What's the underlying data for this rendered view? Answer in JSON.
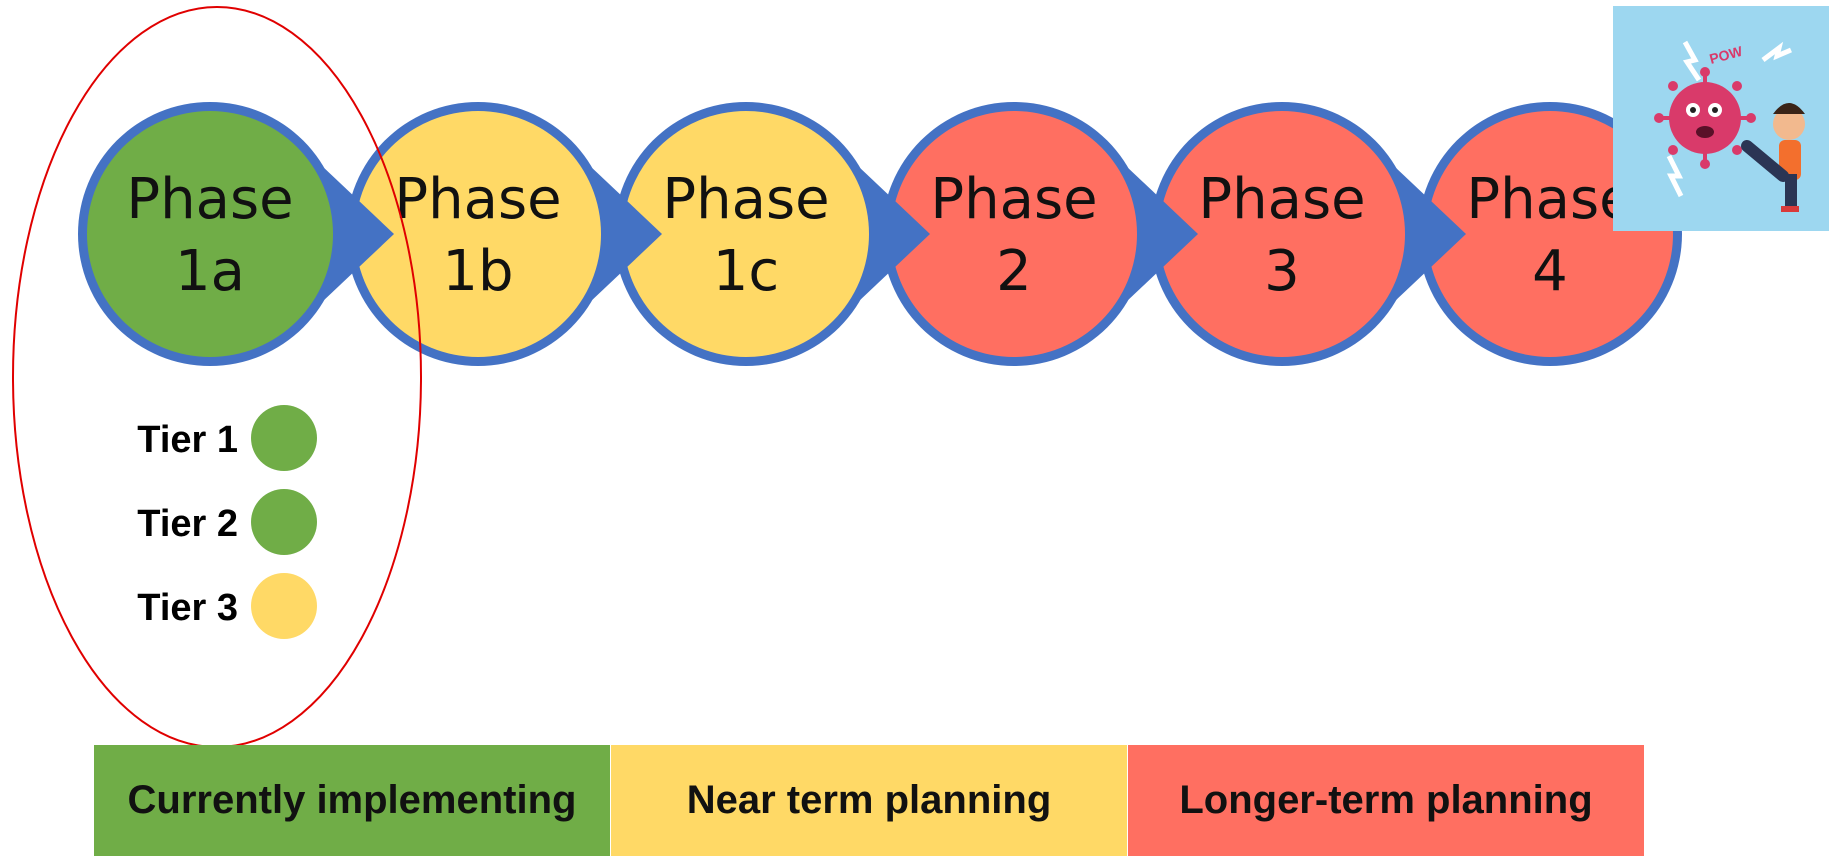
{
  "colors": {
    "green": "#70ad47",
    "yellow": "#ffd966",
    "red": "#ff6f61",
    "blue": "#4472c4",
    "highlight": "#e00000",
    "art_bg": "#9dd7f0"
  },
  "phases": [
    {
      "line1": "Phase",
      "line2": "1a",
      "status": "green"
    },
    {
      "line1": "Phase",
      "line2": "1b",
      "status": "yellow"
    },
    {
      "line1": "Phase",
      "line2": "1c",
      "status": "yellow"
    },
    {
      "line1": "Phase",
      "line2": "2",
      "status": "red"
    },
    {
      "line1": "Phase",
      "line2": "3",
      "status": "red"
    },
    {
      "line1": "Phase",
      "line2": "4",
      "status": "red"
    }
  ],
  "tiers": [
    {
      "label": "Tier 1",
      "status": "green"
    },
    {
      "label": "Tier 2",
      "status": "green"
    },
    {
      "label": "Tier 3",
      "status": "yellow"
    }
  ],
  "legend": [
    {
      "label": "Currently implementing",
      "status": "green"
    },
    {
      "label": "Near term planning",
      "status": "yellow"
    },
    {
      "label": "Longer-term planning",
      "status": "red"
    }
  ],
  "illustration": {
    "word": "POW"
  }
}
